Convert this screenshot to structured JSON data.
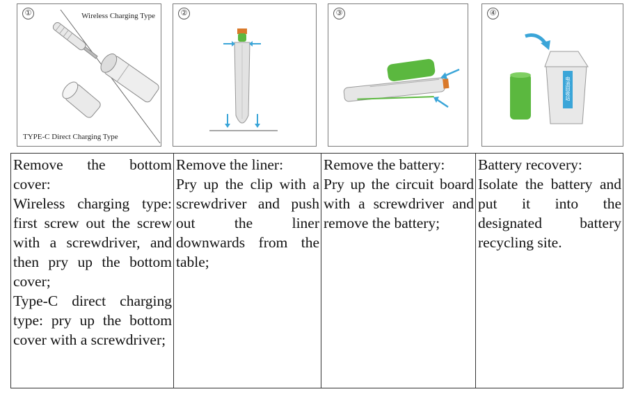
{
  "panels": [
    {
      "number": "①",
      "label_top": "Wireless Charging Type",
      "label_bottom": "TYPE-C Direct Charging Type"
    },
    {
      "number": "②"
    },
    {
      "number": "③"
    },
    {
      "number": "④",
      "bin_label": "电池回收站"
    }
  ],
  "steps": [
    {
      "title": "Remove the bottom cover:",
      "paragraphs": [
        "Wireless charging type: first screw out the screw with a screwdriver, and then pry up the bottom cover;",
        "Type-C direct charging type: pry up the bottom cover with a screwdriver;"
      ]
    },
    {
      "title": "Remove the liner:",
      "paragraphs": [
        "Pry up the clip with a screwdriver and push out the liner downwards from the table;"
      ]
    },
    {
      "title": "Remove the battery:",
      "paragraphs": [
        "Pry up the circuit board with a screwdriver and remove the battery;"
      ]
    },
    {
      "title": "Battery recovery:",
      "paragraphs": [
        "Isolate the battery and put it into the designated battery recycling site."
      ]
    }
  ],
  "colors": {
    "battery_green": "#5bb83f",
    "arrow_blue": "#3aa5d8",
    "cap_orange": "#d9792a"
  }
}
